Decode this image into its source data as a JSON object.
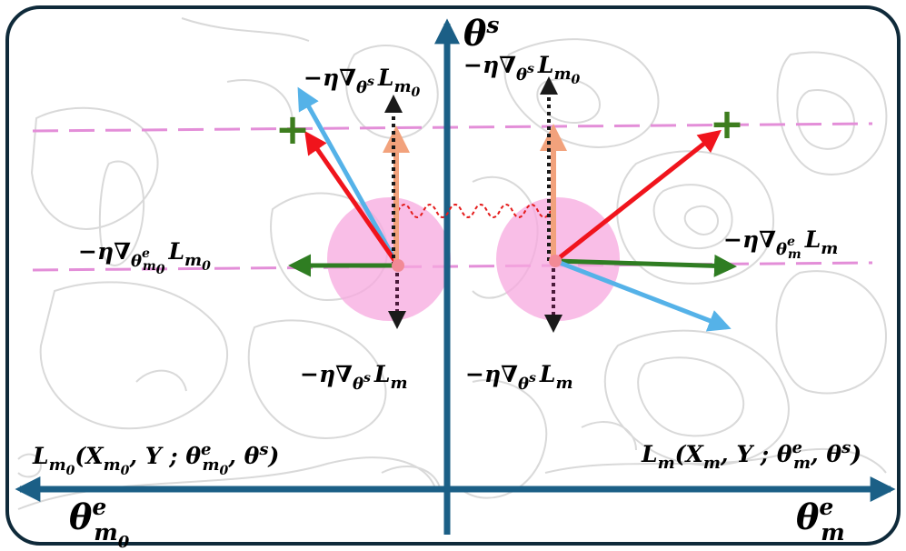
{
  "colors": {
    "frame": "#0f2a3a",
    "axis": "#1b5f86",
    "dashed_line": "#e38ed8",
    "blob": "#f7a8df",
    "center_dot": "#f28a96",
    "red_arrow": "#f0141c",
    "light_blue_arrow": "#55b2e8",
    "green_arrow": "#2f7d22",
    "peach_arrow": "#f2a27c",
    "dotted_arrow": "#1a1a1a",
    "wavy_line": "#e41a1a",
    "cross_marker": "#3d7d1e",
    "contour": "#d9d9d9"
  },
  "axes": {
    "shared": {
      "theta": "θ",
      "sup": "s"
    },
    "left": {
      "theta": "θ",
      "sup": "e",
      "sub": "m",
      "subsub": "0"
    },
    "right": {
      "theta": "θ",
      "sup": "e",
      "sub": "m"
    }
  },
  "loss_left": {
    "L": "L",
    "sub": "m",
    "subsub": "0",
    "open": "(",
    "X": "X",
    "Xsub": "m",
    "Xsubsub": "0",
    "sep1": ", Y ; ",
    "theta1": "θ",
    "theta1_sup": "e",
    "theta1_sub": "m",
    "theta1_subsub": "0",
    "sep2": ", ",
    "theta2": "θ",
    "theta2_sup": "s",
    "close": ")"
  },
  "loss_right": {
    "L": "L",
    "sub": "m",
    "open": "(",
    "X": "X",
    "Xsub": "m",
    "sep1": ", Y ; ",
    "theta1": "θ",
    "theta1_sup": "e",
    "theta1_sub": "m",
    "sep2": ", ",
    "theta2": "θ",
    "theta2_sup": "s",
    "close": ")"
  },
  "gradient_labels": {
    "left_top": {
      "prefix": "−η∇",
      "theta": "θ",
      "theta_sup": "s",
      "L": "L",
      "L_sub": "m",
      "L_subsub": "0"
    },
    "right_top": {
      "prefix": "−η∇",
      "theta": "θ",
      "theta_sup": "s",
      "L": "L",
      "L_sub": "m",
      "L_subsub": "0"
    },
    "left_side": {
      "prefix": "−η∇",
      "theta": "θ",
      "theta_sup": "e",
      "theta_sub": "m",
      "theta_subsub": "0",
      "L": "L",
      "L_sub": "m",
      "L_subsub": "0"
    },
    "right_side": {
      "prefix": "−η∇",
      "theta": "θ",
      "theta_sup": "e",
      "theta_sub": "m",
      "L": "L",
      "L_sub": "m"
    },
    "left_bottom": {
      "prefix": "−η∇",
      "theta": "θ",
      "theta_sup": "s",
      "L": "L",
      "L_sub": "m"
    },
    "right_bottom": {
      "prefix": "−η∇",
      "theta": "θ",
      "theta_sup": "s",
      "L": "L",
      "L_sub": "m"
    }
  },
  "markers": {
    "cross": "+"
  }
}
